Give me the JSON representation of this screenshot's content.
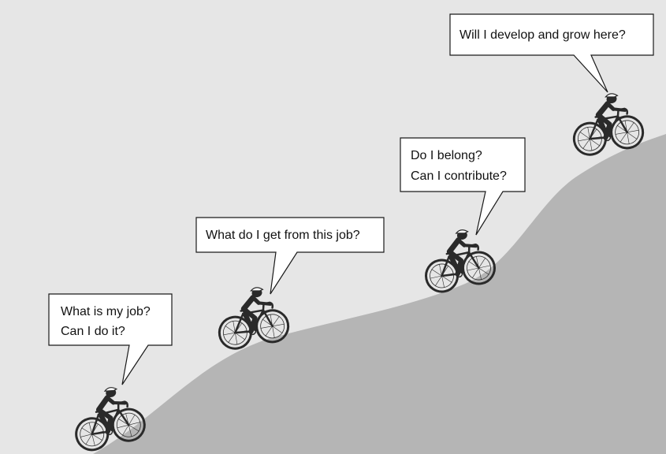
{
  "colors": {
    "sky": "#e6e6e6",
    "hill": "#b5b5b5",
    "bubble_fill": "#ffffff",
    "bubble_stroke": "#1a1a1a",
    "rider": "#2a2a2a"
  },
  "bubbles": [
    {
      "lines": [
        "What is my job?",
        "Can I do it?"
      ]
    },
    {
      "lines": [
        "What do I get from this job?"
      ]
    },
    {
      "lines": [
        "Do I belong?",
        "Can I contribute?"
      ]
    },
    {
      "lines": [
        "Will I develop and grow here?"
      ]
    }
  ]
}
